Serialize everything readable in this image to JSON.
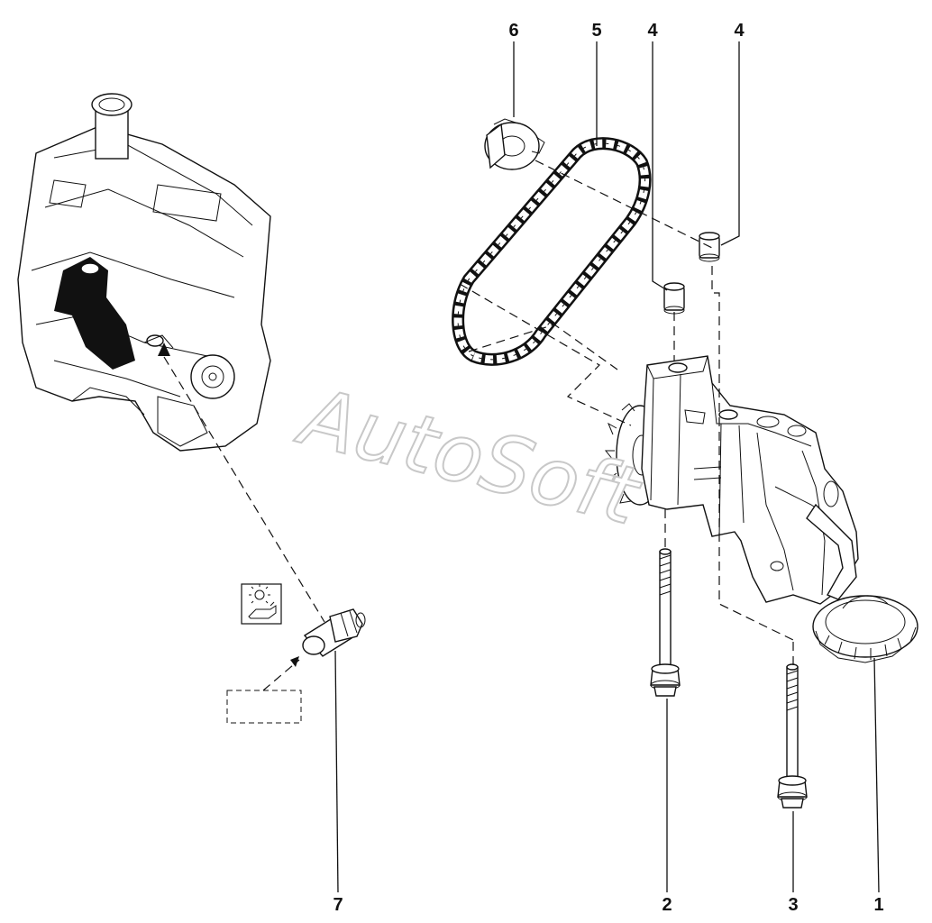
{
  "watermark": "AutoSoft",
  "callouts": {
    "c1": "1",
    "c2": "2",
    "c3": "3",
    "c4a": "4",
    "c4b": "4",
    "c5": "5",
    "c6": "6",
    "c7": "7"
  },
  "icons": {
    "warning_symbol": "oil-pressure-warning-lamp-icon",
    "reference_box": "dashed-reference-box"
  },
  "colors": {
    "line": "#111111",
    "watermark_outline": "#c8c8c8"
  }
}
